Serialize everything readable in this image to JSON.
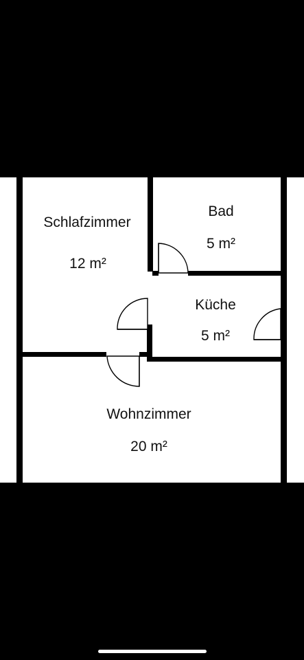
{
  "rooms": {
    "schlafzimmer": {
      "name": "Schlafzimmer",
      "area": "12 m²"
    },
    "bad": {
      "name": "Bad",
      "area": "5 m²"
    },
    "kueche": {
      "name": "Küche",
      "area": "5 m²"
    },
    "wohnzimmer": {
      "name": "Wohnzimmer",
      "area": "20 m²"
    }
  },
  "colors": {
    "background": "#000000",
    "plan": "#ffffff",
    "walls": "#000000"
  }
}
